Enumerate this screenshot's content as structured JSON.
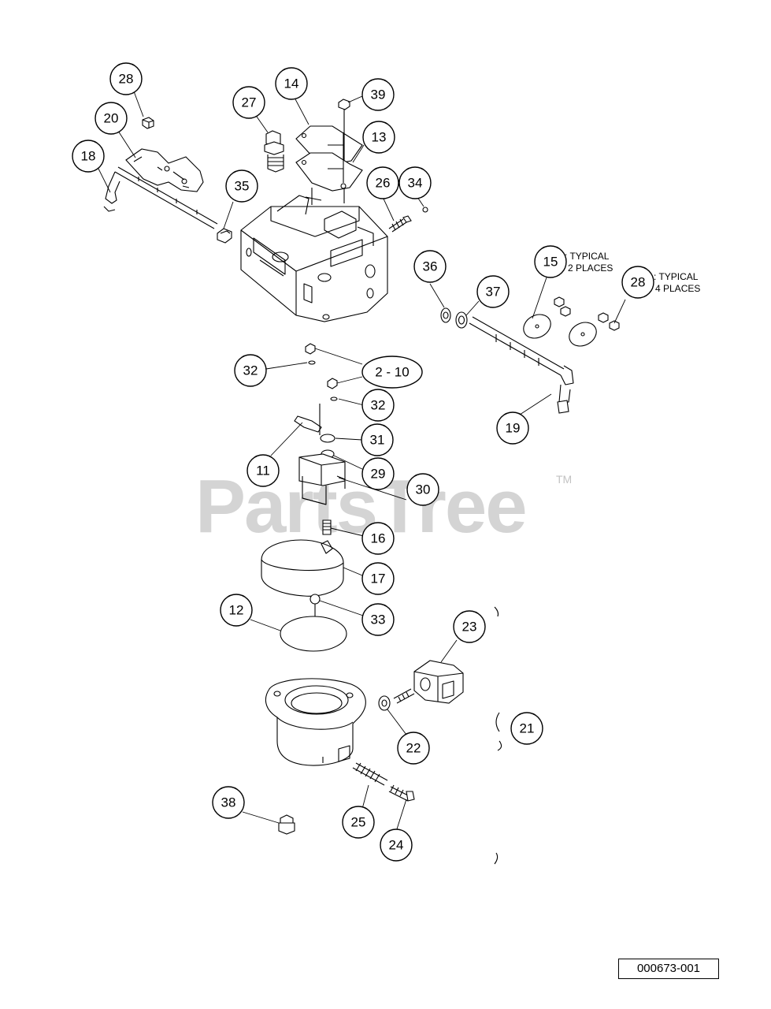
{
  "watermark": {
    "brand": "PartsTree",
    "trademark": "TM"
  },
  "reference_number": "000673-001",
  "callouts": [
    {
      "id": "c28a",
      "label": "28"
    },
    {
      "id": "c20",
      "label": "20"
    },
    {
      "id": "c18",
      "label": "18"
    },
    {
      "id": "c14",
      "label": "14"
    },
    {
      "id": "c27",
      "label": "27"
    },
    {
      "id": "c39",
      "label": "39"
    },
    {
      "id": "c13",
      "label": "13"
    },
    {
      "id": "c35",
      "label": "35"
    },
    {
      "id": "c26",
      "label": "26"
    },
    {
      "id": "c34",
      "label": "34"
    },
    {
      "id": "c15",
      "label": "15"
    },
    {
      "id": "c28b",
      "label": "28"
    },
    {
      "id": "c36",
      "label": "36"
    },
    {
      "id": "c37",
      "label": "37"
    },
    {
      "id": "c32a",
      "label": "32"
    },
    {
      "id": "c2_10",
      "label": "2 - 10"
    },
    {
      "id": "c32b",
      "label": "32"
    },
    {
      "id": "c19",
      "label": "19"
    },
    {
      "id": "c31",
      "label": "31"
    },
    {
      "id": "c11",
      "label": "11"
    },
    {
      "id": "c29",
      "label": "29"
    },
    {
      "id": "c30",
      "label": "30"
    },
    {
      "id": "c16",
      "label": "16"
    },
    {
      "id": "c17",
      "label": "17"
    },
    {
      "id": "c12",
      "label": "12"
    },
    {
      "id": "c33",
      "label": "33"
    },
    {
      "id": "c23",
      "label": "23"
    },
    {
      "id": "c21",
      "label": "21"
    },
    {
      "id": "c22",
      "label": "22"
    },
    {
      "id": "c38",
      "label": "38"
    },
    {
      "id": "c25",
      "label": "25"
    },
    {
      "id": "c24",
      "label": "24"
    }
  ],
  "notes": {
    "n15_line1": ": TYPICAL",
    "n15_line2": "2 PLACES",
    "n28_line1": ": TYPICAL",
    "n28_line2": "4 PLACES"
  }
}
